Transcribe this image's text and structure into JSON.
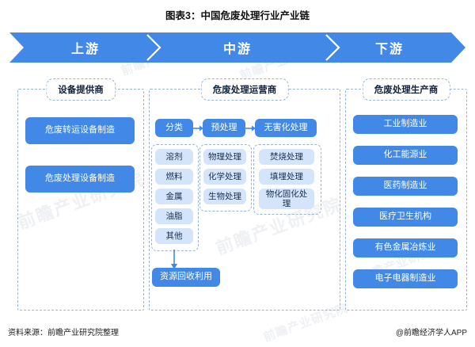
{
  "title": "图表3：中国危废处理行业产业链",
  "colors": {
    "banner_blue": "#4288e6",
    "box_blue": "#4288e6",
    "chip_light_blue": "#d4e5fb",
    "dashed_border": "#9bb4cf",
    "text_dark": "#10233d",
    "background": "#ffffff"
  },
  "banner": {
    "segments": [
      {
        "label": "上游"
      },
      {
        "label": "中游"
      },
      {
        "label": "下游"
      }
    ]
  },
  "columns": {
    "upstream": {
      "header": "设备提供商",
      "boxes": [
        {
          "label": "危废转运设备制造"
        },
        {
          "label": "危废处理设备制造"
        }
      ]
    },
    "midstream": {
      "header": "危废处理运营商",
      "stages": [
        {
          "label": "分类"
        },
        {
          "label": "预处理"
        },
        {
          "label": "无害化处理"
        }
      ],
      "classification_items": [
        {
          "label": "溶剂"
        },
        {
          "label": "燃料"
        },
        {
          "label": "金属"
        },
        {
          "label": "油脂"
        },
        {
          "label": "其他"
        }
      ],
      "pretreatment_items": [
        {
          "label": "物理处理"
        },
        {
          "label": "化学处理"
        },
        {
          "label": "生物处理"
        }
      ],
      "harmless_items": [
        {
          "label": "焚烧处理"
        },
        {
          "label": "填埋处理"
        },
        {
          "label": "物化固化处理"
        }
      ],
      "outcome": {
        "label": "资源回收利用"
      }
    },
    "downstream": {
      "header": "危废处理生产商",
      "boxes": [
        {
          "label": "工业制造业"
        },
        {
          "label": "化工能源业"
        },
        {
          "label": "医药制造业"
        },
        {
          "label": "医疗卫生机构"
        },
        {
          "label": "有色金属冶炼业"
        },
        {
          "label": "电子电器制造业"
        }
      ]
    }
  },
  "footer": {
    "source": "资料来源：前瞻产业研究院整理",
    "credit": "@前瞻经济学人APP"
  },
  "watermarks": [
    {
      "text": "前瞻产业研究院"
    },
    {
      "text": "前瞻产业研究院"
    },
    {
      "text": "前瞻产业研究院"
    },
    {
      "text": "前瞻产业研究院"
    },
    {
      "text": "前瞻产业研究院"
    },
    {
      "text": "前瞻产业研究院"
    }
  ]
}
